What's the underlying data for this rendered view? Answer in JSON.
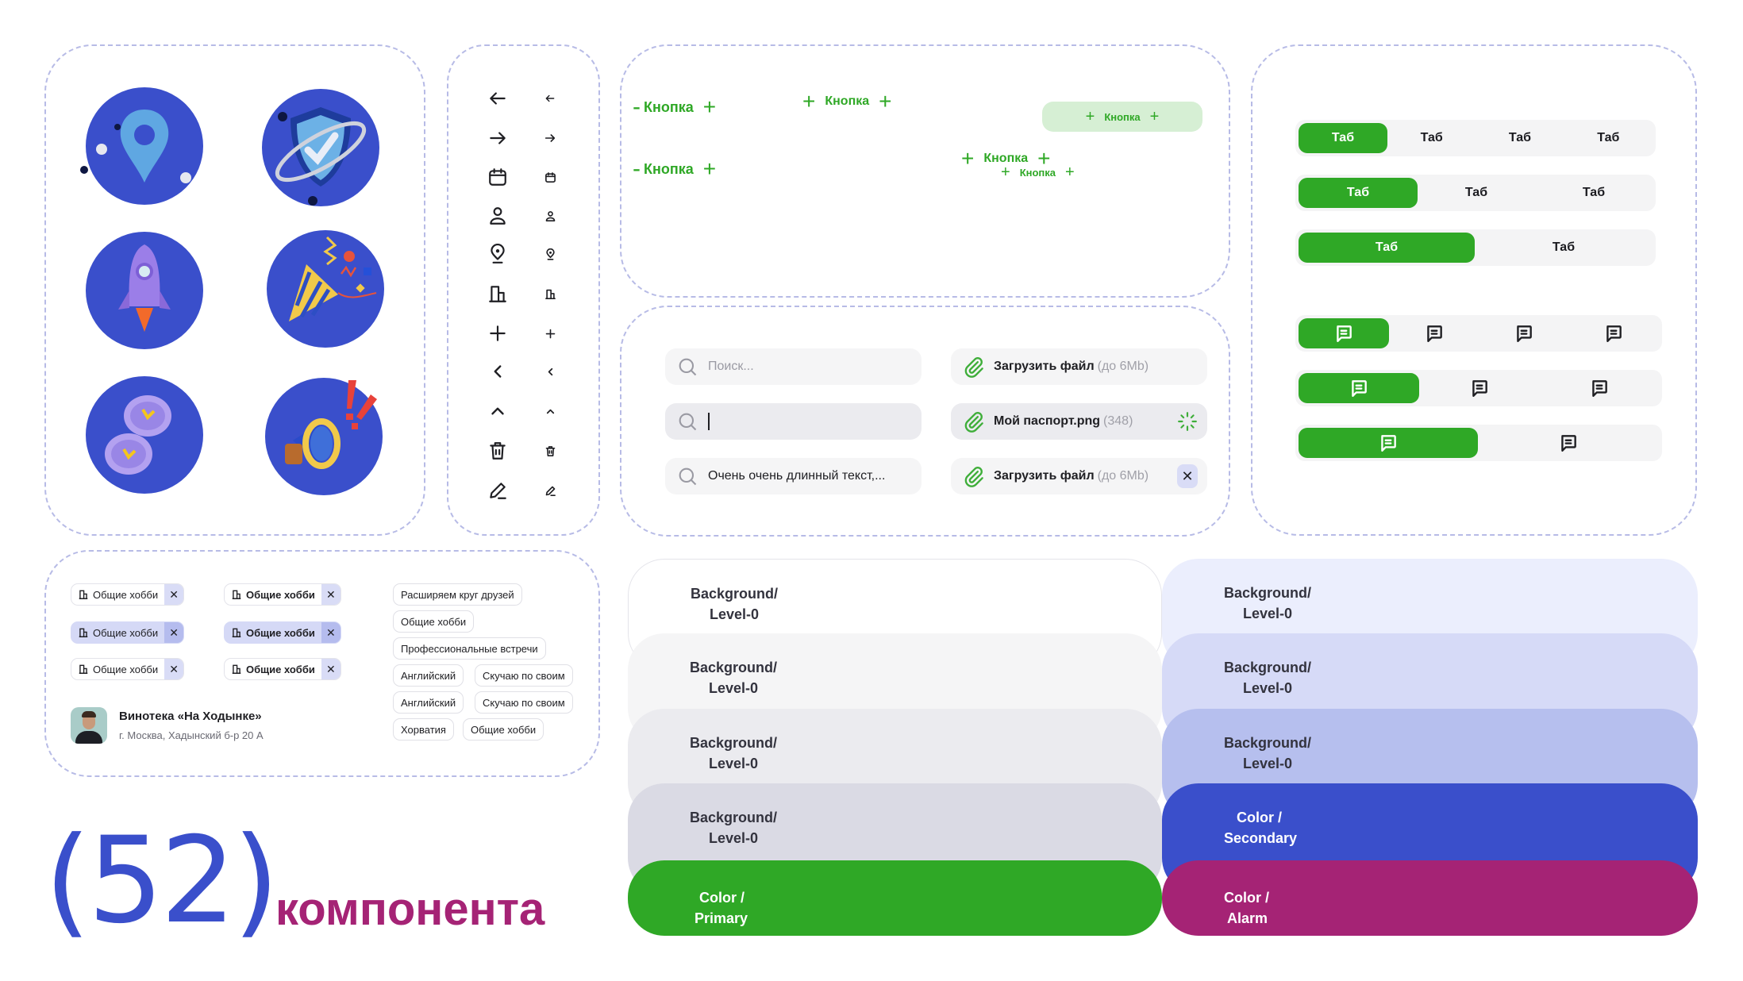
{
  "colors": {
    "primary": "#2fa826",
    "secondary": "#3a4fcb",
    "alarm": "#a52375",
    "dashed_border": "#b7bbe6"
  },
  "illustrations": [
    {
      "name": "location-pin"
    },
    {
      "name": "shield-check"
    },
    {
      "name": "rocket"
    },
    {
      "name": "party-popper"
    },
    {
      "name": "alarm-clocks"
    },
    {
      "name": "megaphone-alert"
    }
  ],
  "icons": [
    "arrow-left",
    "arrow-right",
    "calendar",
    "user",
    "map-pin",
    "building",
    "plus",
    "chevron-left",
    "chevron-up",
    "trash",
    "pencil"
  ],
  "buttons": {
    "label": "Кнопка",
    "icon": "plus-icon"
  },
  "inputs": {
    "search_placeholder": "Поиск...",
    "search_value_long": "Очень очень длинный текст,...",
    "upload_label": "Загрузить файл",
    "upload_hint": "(до 6Mb)",
    "uploading_name": "Мой паспорт.png",
    "uploading_size": "(348)",
    "clear_label": "✕"
  },
  "tabs": {
    "label": "Таб",
    "text_rows": [
      4,
      3,
      2
    ],
    "icon_rows": [
      4,
      3,
      2
    ]
  },
  "chips": {
    "label": "Общие хобби",
    "remove": "✕"
  },
  "tags": [
    [
      "Расширяем круг друзей"
    ],
    [
      "Общие хобби"
    ],
    [
      "Профессиональные встречи"
    ],
    [
      "Английский",
      "Скучаю по своим"
    ],
    [
      "Английский",
      "Скучаю по своим"
    ],
    [
      "Хорватия",
      "Общие хобби"
    ]
  ],
  "place_card": {
    "title": "Винотека «На Ходынке»",
    "address": "г. Москва, Хадынский б-р 20 А"
  },
  "swatches_left": [
    {
      "line1": "Background/",
      "line2": "Level-0",
      "color": "#ffffff"
    },
    {
      "line1": "Background/",
      "line2": "Level-0",
      "color": "#f5f5f6"
    },
    {
      "line1": "Background/",
      "line2": "Level-0",
      "color": "#ebebef"
    },
    {
      "line1": "Background/",
      "line2": "Level-0",
      "color": "#dadae4"
    },
    {
      "line1": "Color /",
      "line2": "Primary",
      "color": "#2fa826"
    }
  ],
  "swatches_right": [
    {
      "line1": "Background/",
      "line2": "Level-0",
      "color": "#ebeefd"
    },
    {
      "line1": "Background/",
      "line2": "Level-0",
      "color": "#d6daf7"
    },
    {
      "line1": "Background/",
      "line2": "Level-0",
      "color": "#b6bfee"
    },
    {
      "line1": "Color /",
      "line2": "Secondary",
      "color": "#3a4fcb"
    },
    {
      "line1": "Color /",
      "line2": "Alarm",
      "color": "#a52375"
    }
  ],
  "title": {
    "count": "(52)",
    "word": "компонента"
  }
}
